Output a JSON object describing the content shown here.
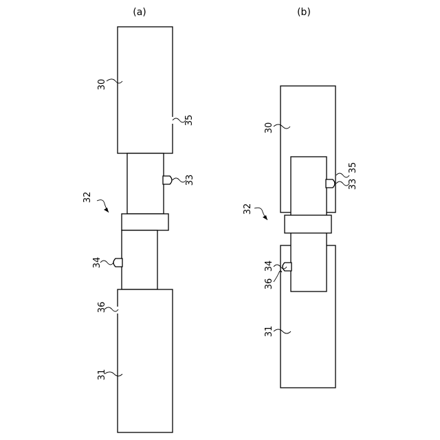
{
  "figure_a": {
    "caption": "(a)",
    "labels": {
      "upper_body": "30",
      "lower_body": "31",
      "connector": "32",
      "upper_pin": "33",
      "lower_pin": "34",
      "upper_notch": "35",
      "lower_notch": "36"
    }
  },
  "figure_b": {
    "caption": "(b)",
    "labels": {
      "upper_body": "30",
      "lower_body": "31",
      "connector": "32",
      "upper_pin": "33",
      "lower_pin": "34",
      "upper_notch": "35",
      "lower_notch": "36"
    }
  }
}
